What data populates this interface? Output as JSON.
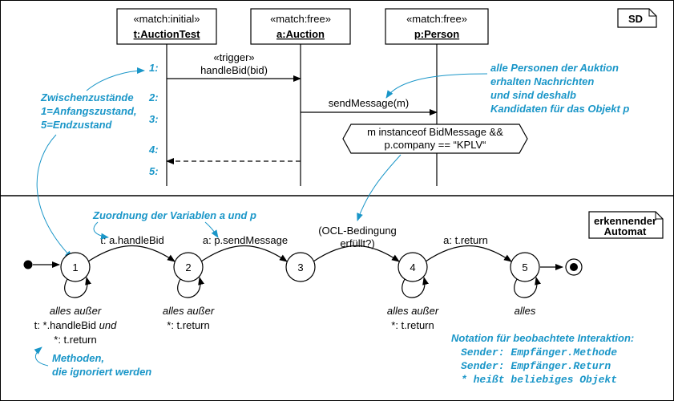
{
  "sd": {
    "label": "SD",
    "lifelines": [
      {
        "stereotype": "«match:initial»",
        "name": "t:AuctionTest"
      },
      {
        "stereotype": "«match:free»",
        "name": "a:Auction"
      },
      {
        "stereotype": "«match:free»",
        "name": "p:Person"
      }
    ],
    "states": [
      "1:",
      "2:",
      "3:",
      "4:",
      "5:"
    ],
    "messages": {
      "trigger_stereotype": "«trigger»",
      "handle_bid": "handleBid(bid)",
      "send_message": "sendMessage(m)"
    },
    "condition": {
      "line1": "m instanceof BidMessage &&",
      "line2": "p.company == “KPLV“"
    },
    "notes": {
      "zwischen": [
        "Zwischenzustände",
        "1=Anfangszustand,",
        "5=Endzustand"
      ],
      "personen": [
        "alle Personen der Auktion",
        "erhalten Nachrichten",
        "und sind deshalb",
        "Kandidaten für das Objekt p"
      ]
    }
  },
  "automat": {
    "label_lines": [
      "erkennender",
      "Automat"
    ],
    "states": [
      "1",
      "2",
      "3",
      "4",
      "5"
    ],
    "transitions": {
      "t1": "t: a.handleBid",
      "t2": "a: p.sendMessage",
      "t3": [
        "(OCL-Bedingung",
        "erfüllt?)"
      ],
      "t4": "a: t.return"
    },
    "loops": {
      "s1": {
        "l1": "alles außer",
        "l2a": "t: *.handleBid ",
        "l2b": "und",
        "l3": "*: t.return"
      },
      "s2": [
        "alles außer",
        "*: t.return"
      ],
      "s4": [
        "alles außer",
        "*: t.return"
      ],
      "s5": "alles"
    },
    "notes": {
      "zuordnung": "Zuordnung der Variablen a und p",
      "methoden": [
        "Methoden,",
        "die ignoriert werden"
      ],
      "notation": [
        "Notation für beobachtete Interaktion:",
        "Sender: Empfänger.Methode",
        "Sender: Empfänger.Return",
        "* heißt beliebiges Objekt"
      ]
    }
  }
}
